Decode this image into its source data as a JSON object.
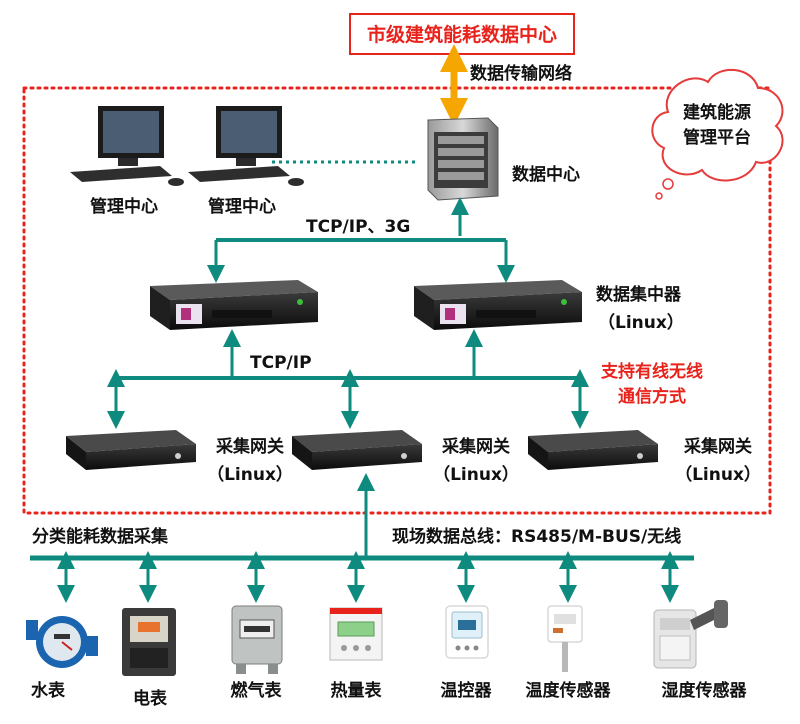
{
  "top_center_label": "市级建筑能耗数据中心",
  "network_label": "数据传输网络",
  "platform_label_line1": "建筑能源",
  "platform_label_line2": "管理平台",
  "management_center_1": "管理中心",
  "management_center_2": "管理中心",
  "data_center_label": "数据中心",
  "tcpip_3g_label": "TCP/IP、3G",
  "concentrator_label": "数据集中器",
  "concentrator_os": "（Linux）",
  "tcpip_label": "TCP/IP",
  "wireless_note_line1": "支持有线无线",
  "wireless_note_line2": "通信方式",
  "gateways": [
    {
      "label": "采集网关",
      "os": "（Linux）"
    },
    {
      "label": "采集网关",
      "os": "（Linux）"
    },
    {
      "label": "采集网关",
      "os": "（Linux）"
    }
  ],
  "left_bus_label": "分类能耗数据采集",
  "right_bus_label": "现场数据总线：RS485/M-BUS/无线",
  "meters": [
    "水表",
    "电表",
    "燃气表",
    "热量表",
    "温控器",
    "温度传感器",
    "湿度传感器"
  ],
  "colors": {
    "teal": "#0e8a7e",
    "red": "#e8231c",
    "orange": "#f6a600",
    "cloud": "#e43b3b"
  }
}
